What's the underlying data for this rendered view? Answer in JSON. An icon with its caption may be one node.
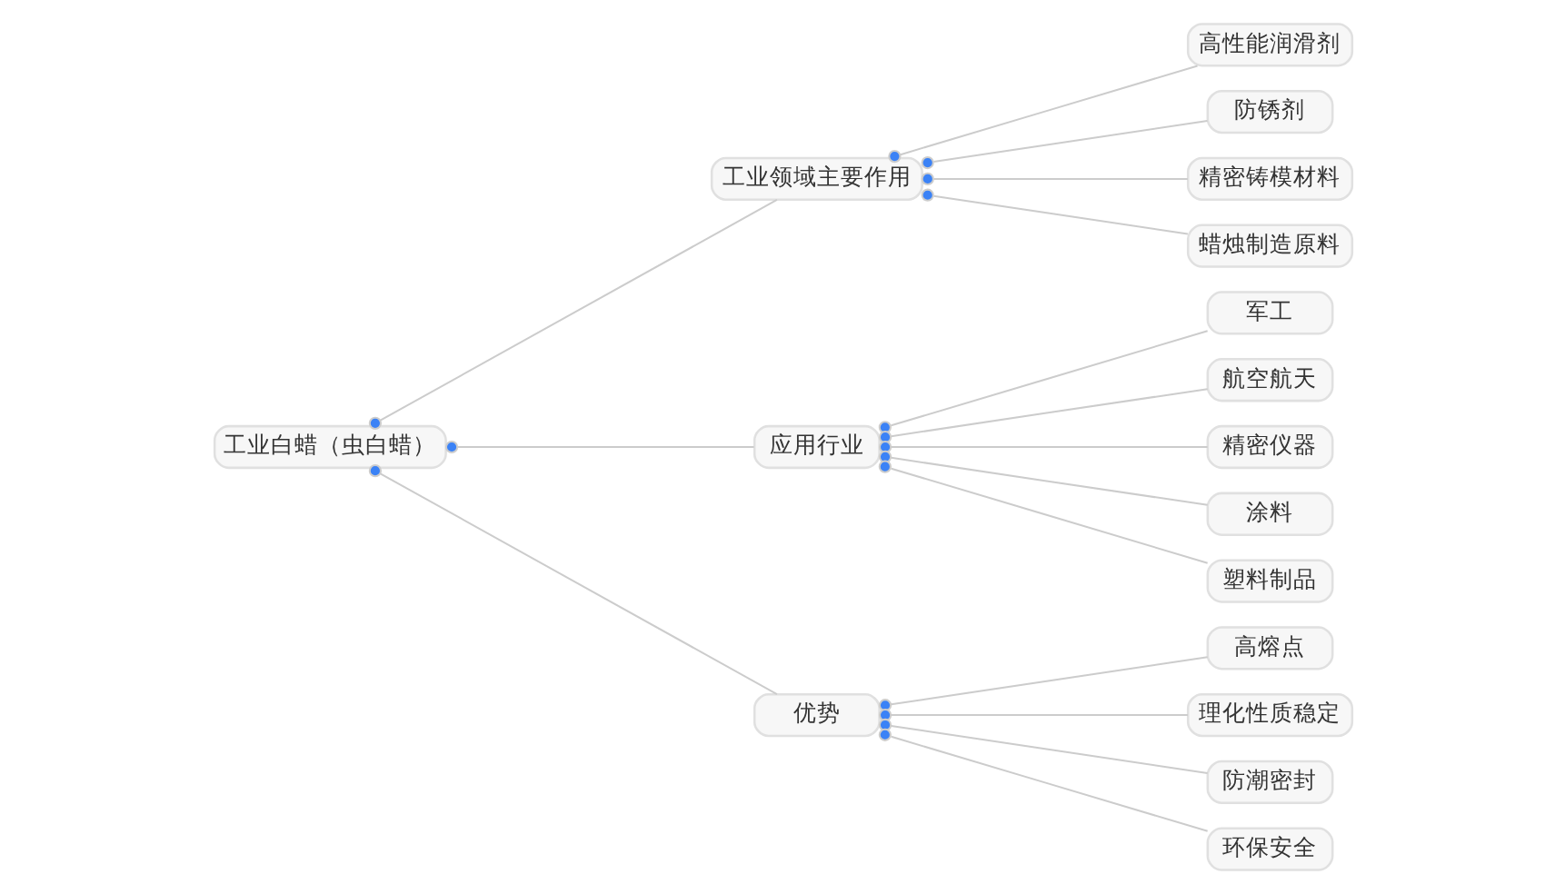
{
  "diagram": {
    "nodes": [
      {
        "text": [
          "工业白蜡（虫白蜡）"
        ]
      },
      {
        "text": [
          "工业领域主要作用"
        ]
      },
      {
        "text": [
          "高性能润滑剂"
        ]
      },
      {
        "text": [
          "防锈剂"
        ]
      },
      {
        "text": [
          "精密铸模材料"
        ]
      },
      {
        "text": [
          "蜡烛制造原料"
        ]
      },
      {
        "text": [
          "应用行业"
        ]
      },
      {
        "text": [
          "军工"
        ]
      },
      {
        "text": [
          "航空航天"
        ]
      },
      {
        "text": [
          "精密仪器"
        ]
      },
      {
        "text": [
          "涂料"
        ]
      },
      {
        "text": [
          "塑料制品"
        ]
      },
      {
        "text": [
          "优势"
        ]
      },
      {
        "text": [
          "高熔点"
        ]
      },
      {
        "text": [
          "理化性质稳定"
        ]
      },
      {
        "text": [
          "防潮密封"
        ]
      },
      {
        "text": [
          "环保安全"
        ]
      }
    ],
    "edges": [
      {
        "from": 0,
        "to": 1,
        "arrow": "other"
      },
      {
        "from": 0,
        "to": 6,
        "arrow": "other"
      },
      {
        "from": 0,
        "to": 12,
        "arrow": "other"
      },
      {
        "from": 1,
        "to": 2,
        "arrow": "other"
      },
      {
        "from": 1,
        "to": 3,
        "arrow": "other"
      },
      {
        "from": 1,
        "to": 4,
        "arrow": "other"
      },
      {
        "from": 1,
        "to": 5,
        "arrow": "other"
      },
      {
        "from": 6,
        "to": 7,
        "arrow": "other"
      },
      {
        "from": 6,
        "to": 8,
        "arrow": "other"
      },
      {
        "from": 6,
        "to": 9,
        "arrow": "other"
      },
      {
        "from": 6,
        "to": 10,
        "arrow": "other"
      },
      {
        "from": 6,
        "to": 11,
        "arrow": "other"
      },
      {
        "from": 12,
        "to": 13,
        "arrow": "other"
      },
      {
        "from": 12,
        "to": 14,
        "arrow": "other"
      },
      {
        "from": 12,
        "to": 15,
        "arrow": "other"
      },
      {
        "from": 12,
        "to": 16,
        "arrow": "other"
      }
    ]
  }
}
